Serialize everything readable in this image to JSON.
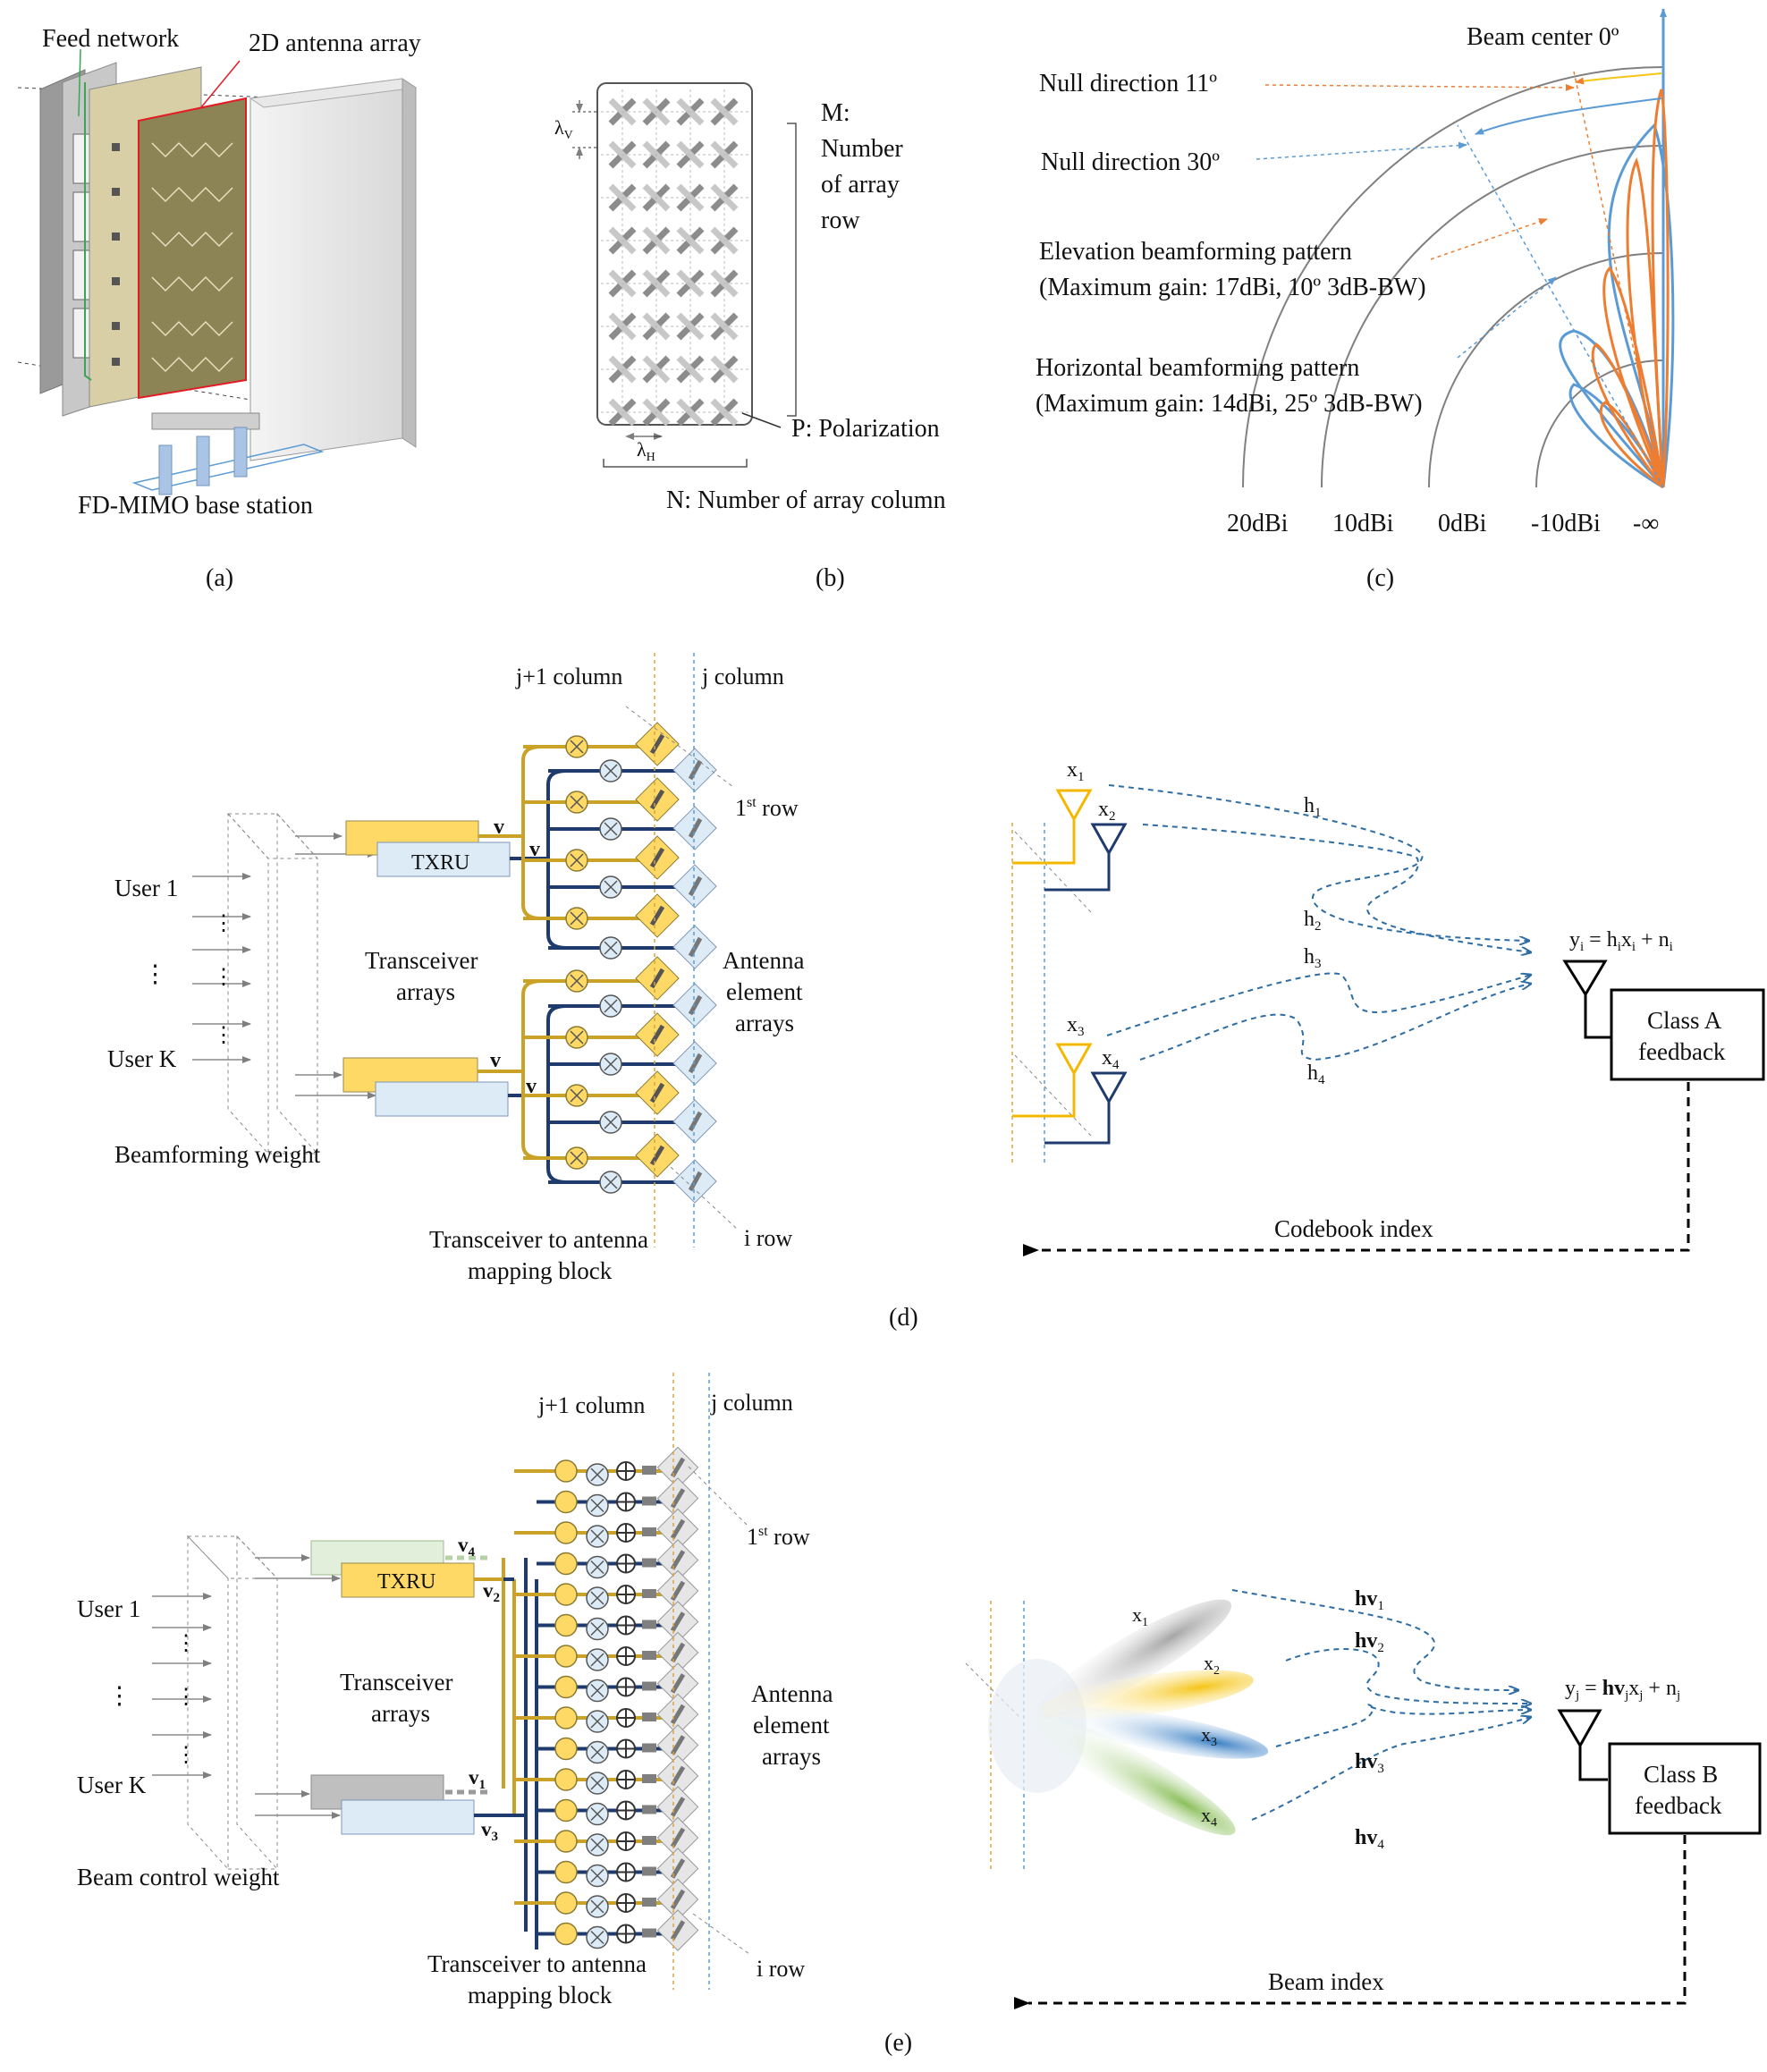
{
  "panels": {
    "a": {
      "caption": "(a)",
      "feed_network": "Feed network",
      "antenna_array_2d": "2D antenna array",
      "base_station": "FD-MIMO base station"
    },
    "b": {
      "caption": "(b)",
      "m_label": "M:",
      "m_text_1": "Number",
      "m_text_2": "of array",
      "m_text_3": "row",
      "p_label": "P: Polarization",
      "n_label": "N: Number of array column",
      "lambda_v": "λ",
      "lambda_v_sub": "V",
      "lambda_h": "λ",
      "lambda_h_sub": "H"
    },
    "c": {
      "caption": "(c)",
      "beam_center": "Beam center 0º",
      "null_11": "Null direction 11º",
      "null_30": "Null direction 30º",
      "elev_1": "Elevation beamforming pattern",
      "elev_2": "(Maximum gain: 17dBi, 10º 3dB-BW)",
      "horiz_1": "Horizontal beamforming pattern",
      "horiz_2": "(Maximum gain: 14dBi, 25º 3dB-BW)",
      "ticks": [
        "20dBi",
        "10dBi",
        "0dBi",
        "-10dBi",
        "-∞"
      ],
      "colors": {
        "elevation": "#ED7D31",
        "horizontal": "#5B9BD5",
        "axis": "#5B9BD5",
        "ring": "#808080"
      }
    },
    "d": {
      "caption": "(d)",
      "j1_column": "j+1 column",
      "j_column": "j column",
      "row_1_num": "1",
      "row_1_sup": "st",
      "row_1_word": " row",
      "i_row": "i row",
      "txru": "TXRU",
      "v": "v",
      "user_1": "User 1",
      "user_k": "User K",
      "dots": "⋮",
      "transceiver_1": "Transceiver",
      "transceiver_2": "arrays",
      "antenna_1": "Antenna",
      "antenna_2": "element",
      "antenna_3": "arrays",
      "weight": "Beamforming weight",
      "mapping_1": "Transceiver to antenna",
      "mapping_2": "mapping block",
      "x": [
        "x",
        "x",
        "x",
        "x"
      ],
      "x_sub": [
        "1",
        "2",
        "3",
        "4"
      ],
      "h": [
        "h",
        "h",
        "h",
        "h"
      ],
      "h_sub": [
        "1",
        "2",
        "3",
        "4"
      ],
      "eq_y": "y",
      "eq_i": "i",
      "eq_mid": " = h",
      "eq_x": "x",
      "eq_plus": " + n",
      "feedback_1": "Class A",
      "feedback_2": "feedback",
      "codebook": "Codebook index",
      "colors": {
        "gold": "#C9A227",
        "navy": "#1F3B6E",
        "yellow_box": "#FFD966",
        "blue_box": "#DDEBF7",
        "dash": "#2E6DA4"
      }
    },
    "e": {
      "caption": "(e)",
      "j1_column": "j+1 column",
      "j_column": "j column",
      "row_1_num": "1",
      "row_1_sup": "st",
      "row_1_word": " row",
      "i_row": "i row",
      "txru": "TXRU",
      "v_labels": [
        "v",
        "v",
        "v",
        "v"
      ],
      "v_subs": [
        "4",
        "2",
        "1",
        "3"
      ],
      "user_1": "User 1",
      "user_k": "User K",
      "dots": "⋮",
      "transceiver_1": "Transceiver",
      "transceiver_2": "arrays",
      "antenna_1": "Antenna",
      "antenna_2": "element",
      "antenna_3": "arrays",
      "weight": "Beam control weight",
      "mapping_1": "Transceiver to antenna",
      "mapping_2": "mapping block",
      "beam_x": [
        "x",
        "x",
        "x",
        "x"
      ],
      "beam_sub": [
        "1",
        "2",
        "3",
        "4"
      ],
      "hv": [
        "hv",
        "hv",
        "hv",
        "hv"
      ],
      "hv_sub": [
        "1",
        "2",
        "3",
        "4"
      ],
      "eq_y": "y",
      "eq_j": "j",
      "eq_mid": " = ",
      "eq_hv": "hv",
      "eq_x": "x",
      "eq_plus": " + n",
      "feedback_1": "Class B",
      "feedback_2": "feedback",
      "beam_index": "Beam index",
      "colors": {
        "grey_beam": "#BDBDBD",
        "yellow_beam": "#F5C518",
        "blue_beam": "#3A7FC4",
        "green_beam": "#8BBF5A",
        "green_box": "#E2EFDA",
        "grey_box": "#BFBFBF"
      }
    }
  }
}
